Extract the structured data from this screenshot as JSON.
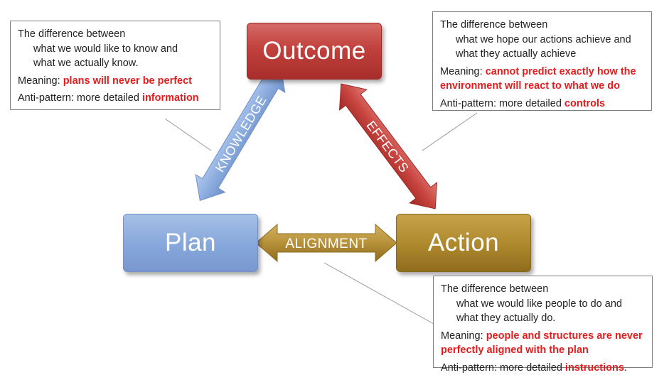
{
  "nodes": {
    "outcome": "Outcome",
    "plan": "Plan",
    "action": "Action"
  },
  "arrows": {
    "knowledge": "KNOWLEDGE",
    "effects": "EFFECTS",
    "alignment": "ALIGNMENT"
  },
  "boxes": {
    "knowledge": {
      "intro": "The difference between",
      "line1": "what we would like to know and",
      "line2": "what we actually know.",
      "meaning_label": "Meaning:",
      "meaning_text": "plans will never be perfect",
      "anti_label": "Anti-pattern:",
      "anti_text": "more detailed",
      "anti_highlight": "information",
      "anti_end": ""
    },
    "effects": {
      "intro": "The difference between",
      "line1": "what we hope our actions achieve and",
      "line2": "what they actually achieve",
      "meaning_label": "Meaning:",
      "meaning_text": "cannot predict exactly how the environment will react to what we do",
      "anti_label": "Anti-pattern:",
      "anti_text": "more detailed",
      "anti_highlight": "controls",
      "anti_end": ""
    },
    "alignment": {
      "intro": "The difference between",
      "line1": "what we would like people to do and",
      "line2": "what they actually do.",
      "meaning_label": "Meaning:",
      "meaning_text": "people and structures are never perfectly aligned with the plan",
      "anti_label": "Anti-pattern:",
      "anti_text": "more detailed",
      "anti_highlight": "instructions",
      "anti_end": "."
    }
  },
  "colors": {
    "outcome": "#c1413d",
    "plan": "#88a9dc",
    "action": "#b08a2e",
    "knowledge_arrow": "#8eaee0",
    "effects_arrow": "#c8443f",
    "alignment_arrow": "#b8923a",
    "highlight": "#e51c1c",
    "connector": "#999999"
  }
}
